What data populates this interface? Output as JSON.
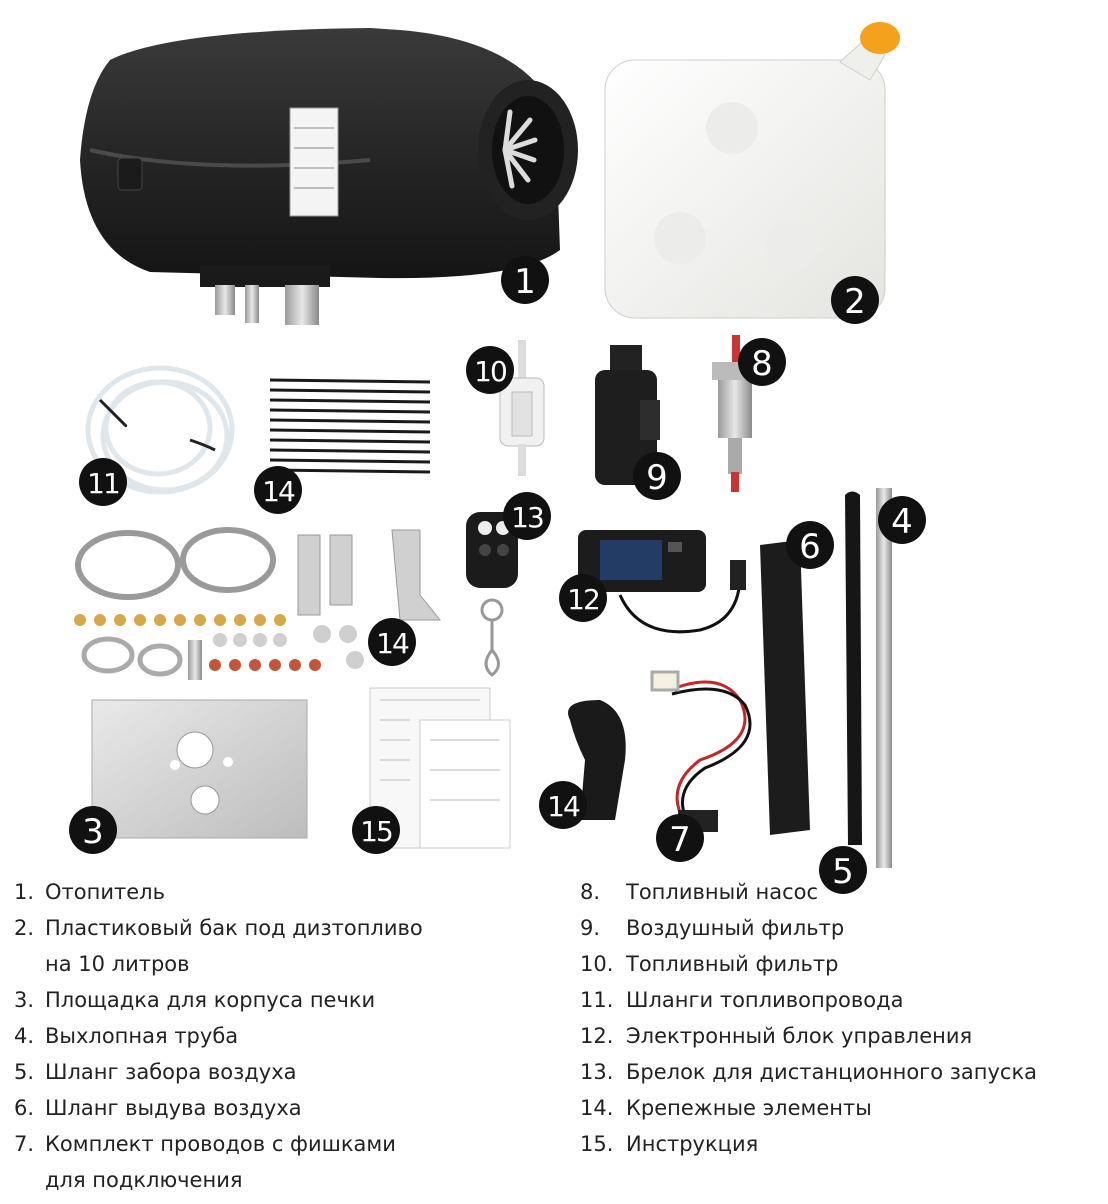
{
  "badges": [
    "1",
    "2",
    "3",
    "4",
    "5",
    "6",
    "7",
    "8",
    "9",
    "10",
    "11",
    "12",
    "13",
    "14",
    "14",
    "14",
    "15"
  ],
  "legend_left": [
    {
      "n": "1.",
      "text": "Отопитель"
    },
    {
      "n": "2.",
      "text": "Пластиковый бак под дизтопливо"
    },
    {
      "n": "",
      "text": "на 10 литров"
    },
    {
      "n": "3.",
      "text": "Площадка для корпуса печки"
    },
    {
      "n": "4.",
      "text": "Выхлопная труба"
    },
    {
      "n": "5.",
      "text": "Шланг забора воздуха"
    },
    {
      "n": "6.",
      "text": "Шланг выдува воздуха"
    },
    {
      "n": "7.",
      "text": "Комплект проводов с фишками"
    },
    {
      "n": "",
      "text": "для подключения"
    }
  ],
  "legend_right": [
    {
      "n": "8.",
      "text": "Топливный насос"
    },
    {
      "n": "9.",
      "text": "Воздушный фильтр"
    },
    {
      "n": "10.",
      "text": "Топливный фильтр"
    },
    {
      "n": "11.",
      "text": "Шланги топливопровода"
    },
    {
      "n": "12.",
      "text": "Электронный блок управления"
    },
    {
      "n": "13.",
      "text": "Брелок для дистанционного запуска"
    },
    {
      "n": "14.",
      "text": "Крепежные элементы"
    },
    {
      "n": "15.",
      "text": "Инструкция"
    }
  ],
  "colors": {
    "heater_body": "#2a2a2a",
    "tank": "#f4f4f2",
    "cap": "#f4a21c",
    "badge": "#111111"
  }
}
